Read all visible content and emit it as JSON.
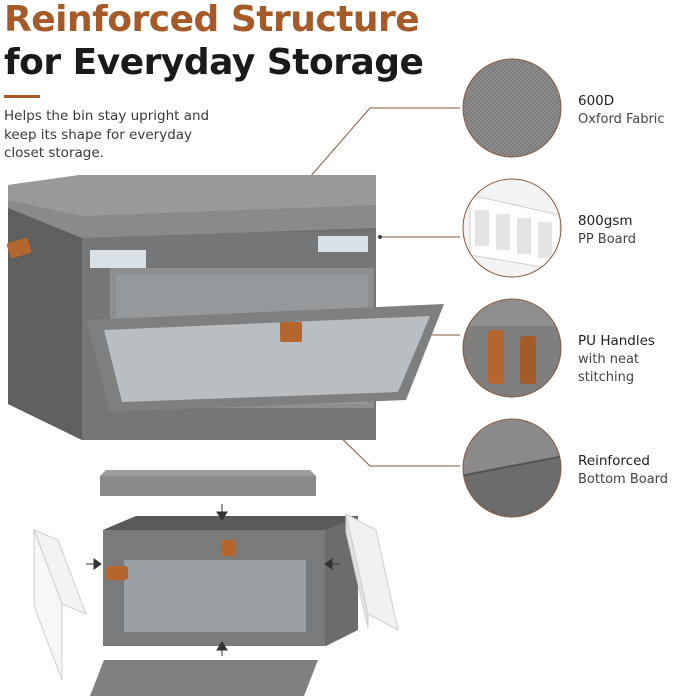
{
  "headline": {
    "line1": "Reinforced Structure",
    "line2": "for Everyday Storage"
  },
  "description": "Helps the bin stay upright and keep its shape for everyday closet storage.",
  "features": [
    {
      "title": "600D",
      "subtitle": "Oxford Fabric"
    },
    {
      "title": "800gsm",
      "subtitle": "PP Board"
    },
    {
      "title": "PU Handles",
      "subtitle": "with neat stitching"
    },
    {
      "title": "Reinforced",
      "subtitle": "Bottom Board"
    }
  ],
  "colors": {
    "accent": "#a65a27",
    "fabric": "#7c7c7c",
    "leather": "#b5652e",
    "board": "#f2f2f2"
  }
}
